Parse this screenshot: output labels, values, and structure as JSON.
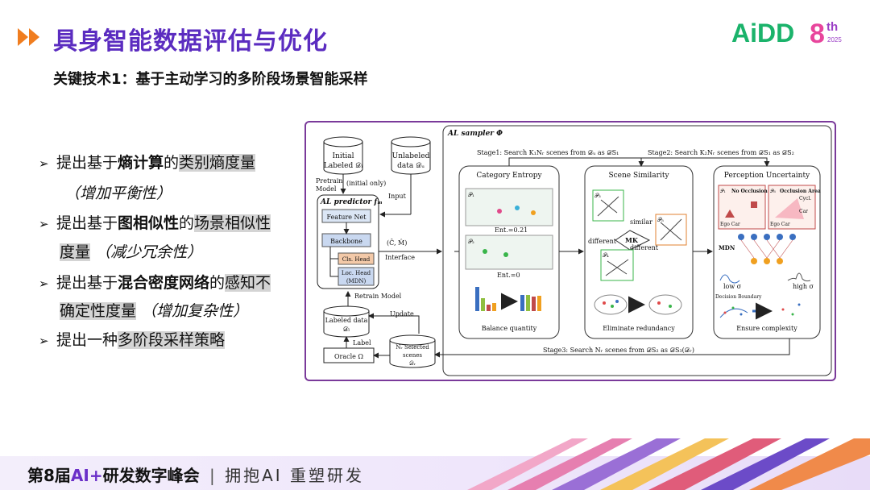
{
  "header": {
    "title": "具身智能数据评估与优化",
    "subtitle": "关键技术1：基于主动学习的多阶段场景智能采样",
    "logo_main": "AiDD",
    "logo_number": "8",
    "logo_suffix": "th",
    "logo_year": "2025"
  },
  "bullets": [
    {
      "pre": "提出基于",
      "bold": "熵计算",
      "mid": "的",
      "hl": "类别熵度量",
      "em": "（增加平衡性）"
    },
    {
      "pre": "提出基于",
      "bold": "图相似性",
      "mid": "的",
      "hl1": "场景相似性",
      "hl2": "度量",
      "em": "（减少冗余性）"
    },
    {
      "pre": "提出基于",
      "bold": "混合密度网络",
      "mid": "的",
      "hl1": "感知不",
      "hl2": "确定性度量",
      "em": "（增加复杂性）"
    },
    {
      "pre": "提出一种",
      "hl": "多阶段采样策略"
    }
  ],
  "figure": {
    "al_sampler": "AL sampler Φ",
    "stage1": "Stage1: Search K₁Nᵣ scenes from 𝒟ᵤ as 𝒟S₁",
    "stage2": "Stage2: Search K₂Nᵣ scenes from 𝒟S₁ as 𝒟S₂",
    "stage3": "Stage3: Search Nᵣ scenes from 𝒟S₂ as 𝒟S₃(𝒟ᵣ)",
    "initial_labeled_1": "Initial",
    "initial_labeled_2": "Labeled 𝒟ᵢ",
    "unlabeled_1": "Unlabeled",
    "unlabeled_2": "data 𝒟ᵤ",
    "pretrain_1": "Pretrain",
    "pretrain_2": "Model",
    "initial_only": "(initial only)",
    "input": "Input",
    "al_predictor": "AL predictor fₘ",
    "feature_net": "Feature Net",
    "backbone": "Backbone",
    "cls_head": "Cls. Head",
    "loc_head_1": "Loc. Head",
    "loc_head_2": "(MDN)",
    "interface_sym": "(Ĉ, M̂)",
    "interface": "Interface",
    "retrain": "Retrain Model",
    "update": "Update",
    "labeled_1": "Labeled data",
    "labeled_2": "𝒟ₗ",
    "label": "Label",
    "oracle": "Oracle Ω",
    "selected_1": "Nᵣ Selected",
    "selected_2": "scenes",
    "selected_3": "𝒟ᵣ",
    "category_entropy": "Category Entropy",
    "ent_021": "Ent.=0.21",
    "ent_0": "Ent.=0",
    "balance": "Balance quantity",
    "scene_similarity": "Scene Similarity",
    "similar": "similar",
    "different_1": "different",
    "different_2": "different",
    "mk": "MK",
    "eliminate": "Eliminate redundancy",
    "perception_uncertainty": "Perception Uncertainty",
    "no_occlusion": "No Occlusion",
    "occlusion_area": "Occlusion Area",
    "cyclist": "Cycl.",
    "car": "Car",
    "ego_car": "Ego Car",
    "mdn": "MDN",
    "low_sigma": "low σ",
    "high_sigma": "high σ",
    "decision_boundary": "Decision Boundary",
    "ensure": "Ensure complexity",
    "p1": "𝒫₁",
    "p2": "𝒫₂",
    "p3": "𝒫₃",
    "p4": "𝒫₄",
    "p5": "𝒫₅",
    "p6": "𝒫₆"
  },
  "footer": {
    "prefix": "第8届",
    "brand": "AI+",
    "name": "研发数字峰会",
    "sep": "|",
    "slogan": "拥抱AI 重塑研发"
  },
  "colors": {
    "title": "#5b2cc0",
    "arrows": "#f07d1f",
    "logo_green": "#1bb36b",
    "logo_blue": "#2468d8",
    "frame": "#7a3a9a"
  }
}
